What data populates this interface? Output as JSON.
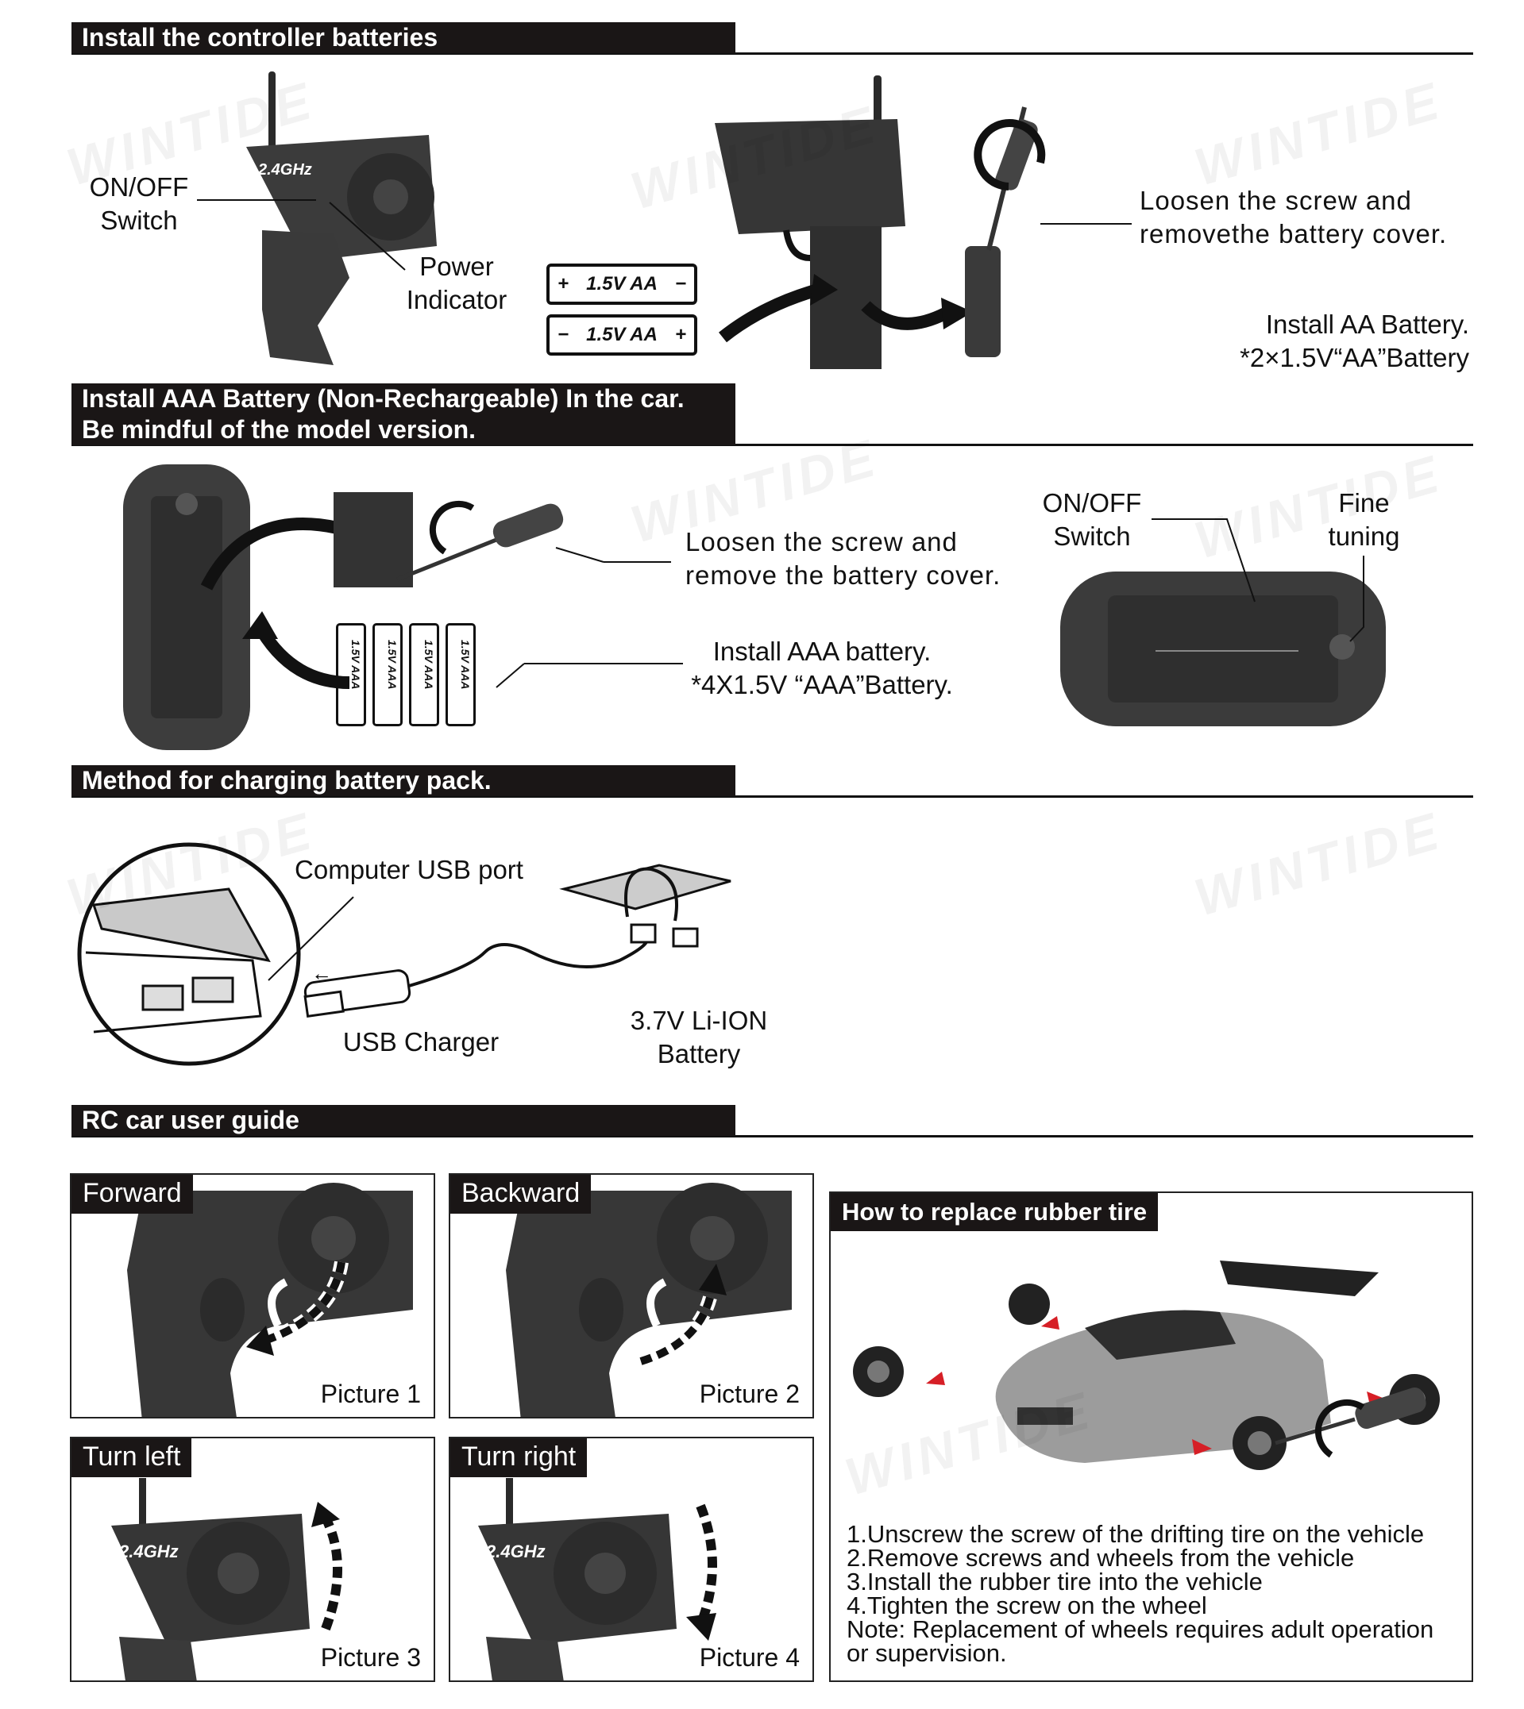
{
  "watermark": "WINTIDE",
  "sections": {
    "controller": "Install the controller batteries",
    "car_line1": "Install AAA Battery (Non-Rechargeable) In the car.",
    "car_line2": "Be mindful of the model version.",
    "charging": "Method for charging battery pack.",
    "guide": "RC car user guide"
  },
  "controller_labels": {
    "onoff": "ON/OFF\nSwitch",
    "power": "Power\nIndicator",
    "freq": "2.4GHz",
    "loosen": "Loosen the screw and\nremovethe battery cover.",
    "install": "Install AA Battery.\n*2×1.5V“AA”Battery",
    "battery1": "1.5V AA",
    "battery2": "1.5V AA"
  },
  "car_labels": {
    "loosen": "Loosen the screw and\nremove the battery cover.",
    "install": "Install AAA battery.\n*4X1.5V “AAA”Battery.",
    "onoff": "ON/OFF\nSwitch",
    "fine": "Fine\ntuning",
    "aaa": "1.5V AAA"
  },
  "charging_labels": {
    "usb_port": "Computer USB port",
    "charger": "USB Charger",
    "battery": "3.7V Li-ION\nBattery"
  },
  "guide_panels": [
    {
      "tag": "Forward",
      "picture": "Picture 1"
    },
    {
      "tag": "Backward",
      "picture": "Picture 2"
    },
    {
      "tag": "Turn left",
      "picture": "Picture 3"
    },
    {
      "tag": "Turn right",
      "picture": "Picture 4"
    }
  ],
  "tire": {
    "title": "How to replace rubber tire",
    "steps": [
      "1.Unscrew the screw of the drifting tire on the vehicle",
      "2.Remove screws and wheels from the vehicle",
      "3.Install the rubber tire into the vehicle",
      "4.Tighten the screw on the wheel",
      "Note: Replacement of wheels requires adult operation",
      "or supervision."
    ]
  },
  "colors": {
    "dark": "#1a1616",
    "body_grey": "#3a3a3a",
    "car_grey": "#9a9a9a",
    "arrow_red": "#d61f26"
  }
}
